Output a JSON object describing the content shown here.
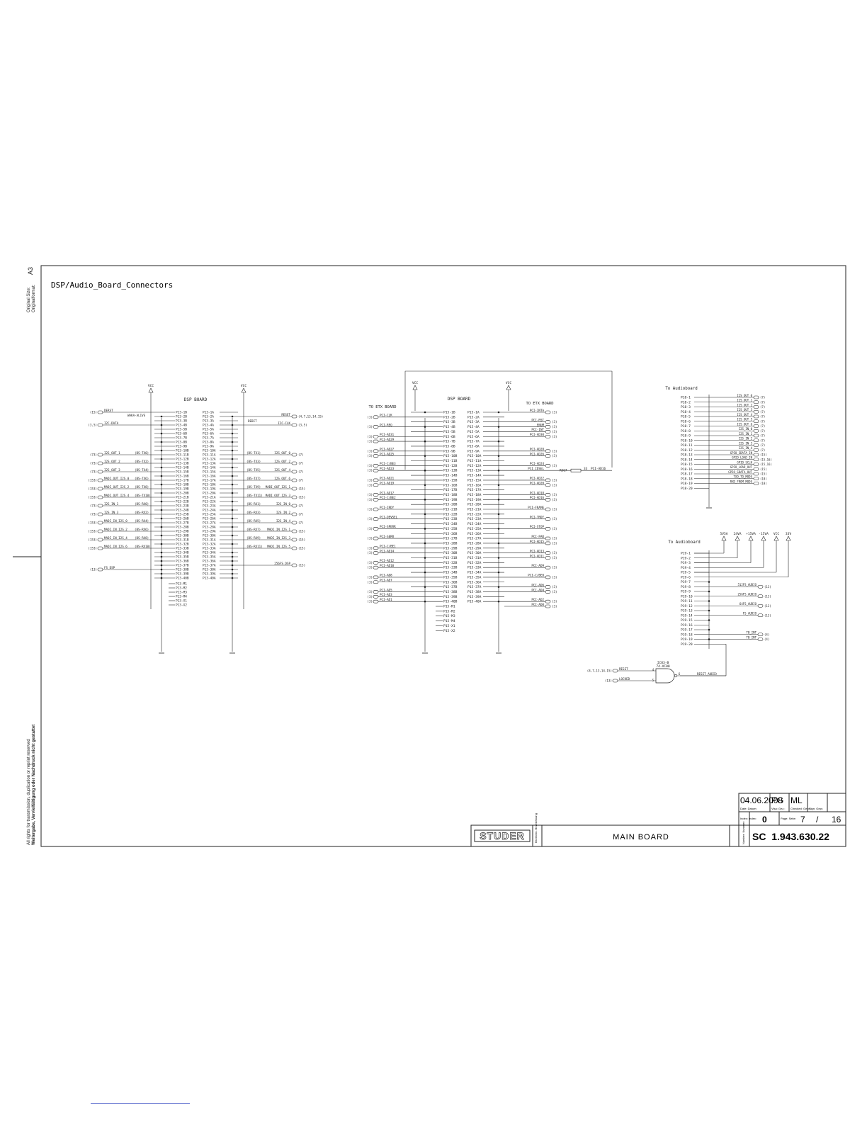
{
  "sheet_title": "DSP/Audio_Board_Connectors",
  "side_notes": {
    "original_size_label": "Original Size:",
    "original_size_label_de": "Originalformat:",
    "sheet_size": "A3",
    "rights_en": "All rights for transmission, duplication or reprint reserved",
    "rights_de": "Weitergabe, Vervielfältigung oder Nachdruck nicht gestattet"
  },
  "left_block": {
    "title": "DSP BOARD",
    "vcc_left": "VCC",
    "vcc_right": "VCC",
    "rows": 40,
    "prefix": "P13",
    "extra_pins": [
      "P13-M1",
      "P13-M2",
      "P13-M3",
      "P13-M4",
      "P13-X1",
      "P13-X2"
    ],
    "left_signals": [
      {
        "row": 1,
        "name": "DERST",
        "ref": "(15)"
      },
      {
        "row": 4,
        "name": "I2C-DATA",
        "ref": "(3,5)"
      },
      {
        "row": 11,
        "name": "I2S_OUT_1",
        "ref": "(73)"
      },
      {
        "row": 13,
        "name": "I2S_OUT_2",
        "ref": "(73)"
      },
      {
        "row": 15,
        "name": "I2S_OUT_3",
        "ref": "(73)"
      },
      {
        "row": 17,
        "name": "MADI_OUT_I2S_0",
        "ref": "(153)"
      },
      {
        "row": 19,
        "name": "MADI_OUT_I2S_2",
        "ref": "(153)"
      },
      {
        "row": 21,
        "name": "MADI_OUT_I2S_4",
        "ref": "(153)"
      },
      {
        "row": 23,
        "name": "I2S_IN_1",
        "ref": "(73)"
      },
      {
        "row": 25,
        "name": "I2S_IN_3",
        "ref": "(73)"
      },
      {
        "row": 27,
        "name": "MADI_IN_I2S_0",
        "ref": "(153)"
      },
      {
        "row": 29,
        "name": "MADI_IN_I2S_2",
        "ref": "(153)"
      },
      {
        "row": 31,
        "name": "MADI_IN_I2S_4",
        "ref": "(153)"
      },
      {
        "row": 33,
        "name": "MADI_IN_I2S_6",
        "ref": "(153)"
      },
      {
        "row": 38,
        "name": "FS_DSP",
        "ref": "(13)"
      }
    ],
    "left_tags": [
      {
        "row": 11,
        "text": "(BS-TX0)"
      },
      {
        "row": 13,
        "text": "(BS-TX2)"
      },
      {
        "row": 15,
        "text": "(BS-TX4)"
      },
      {
        "row": 17,
        "text": "(BS-TX6)"
      },
      {
        "row": 19,
        "text": "(BS-TX8)"
      },
      {
        "row": 21,
        "text": "(BS-TX10)"
      },
      {
        "row": 23,
        "text": "(BS-RX0)"
      },
      {
        "row": 25,
        "text": "(BS-RX2)"
      },
      {
        "row": 27,
        "text": "(BS-RX4)"
      },
      {
        "row": 29,
        "text": "(BS-RX6)"
      },
      {
        "row": 31,
        "text": "(BS-RX8)"
      },
      {
        "row": 33,
        "text": "(BS-RX10)"
      }
    ],
    "mid_label": {
      "row": 3,
      "text": "WAKA-ALIVE"
    },
    "right_signals": [
      {
        "row": 2,
        "name": "RESET",
        "ref": "(4,7,13,14,15)"
      },
      {
        "row": 4,
        "name": "I2C-CLK",
        "ref": "(3,5)"
      },
      {
        "row": 11,
        "name": "I2S_OUT_0",
        "ref": "(7)"
      },
      {
        "row": 13,
        "name": "I2S_OUT_2",
        "ref": "(7)"
      },
      {
        "row": 15,
        "name": "I2S_OUT_4",
        "ref": "(7)"
      },
      {
        "row": 17,
        "name": "I2S_OUT_6",
        "ref": "(7)"
      },
      {
        "row": 19,
        "name": "MADI_OUT_I2S_1",
        "ref": "(15)"
      },
      {
        "row": 21,
        "name": "MADI_OUT_I2S_3",
        "ref": "(15)"
      },
      {
        "row": 23,
        "name": "I2S_IN_0",
        "ref": "(7)"
      },
      {
        "row": 25,
        "name": "I2S_IN_2",
        "ref": "(7)"
      },
      {
        "row": 27,
        "name": "I2S_IN_4",
        "ref": "(7)"
      },
      {
        "row": 29,
        "name": "MADI_IN_I2S_1",
        "ref": "(15)"
      },
      {
        "row": 31,
        "name": "MADI_IN_I2S_3",
        "ref": "(15)"
      },
      {
        "row": 33,
        "name": "MADI_IN_I2S_5",
        "ref": "(15)"
      },
      {
        "row": 37,
        "name": "256FS_DSP",
        "ref": "(13)"
      }
    ],
    "right_tags": [
      {
        "row": 11,
        "text": "(BS-TX1)"
      },
      {
        "row": 13,
        "text": "(BS-TX3)"
      },
      {
        "row": 15,
        "text": "(BS-TX5)"
      },
      {
        "row": 17,
        "text": "(BS-TX7)"
      },
      {
        "row": 19,
        "text": "(BS-TX9)"
      },
      {
        "row": 21,
        "text": "(BS-TX11)"
      },
      {
        "row": 23,
        "text": "(BS-RX1)"
      },
      {
        "row": 25,
        "text": "(BS-RX3)"
      },
      {
        "row": 27,
        "text": "(BS-RX5)"
      },
      {
        "row": 29,
        "text": "(BS-RX7)"
      },
      {
        "row": 31,
        "text": "(BS-RX9)"
      },
      {
        "row": 33,
        "text": "(BS-RX11)"
      }
    ],
    "right_mid": {
      "row": 3,
      "text": "DEBIT"
    }
  },
  "mid_block": {
    "title": "DSP BOARD",
    "label_left": "TO ETX BOARD",
    "label_right": "TO ETX BOARD",
    "vcc_left": "VCC",
    "vcc_right": "VCC",
    "rows": 40,
    "prefix": "P15",
    "extra_pins": [
      "P15-M1",
      "P15-M2",
      "P15-M3",
      "P15-M4",
      "P15-X1",
      "P15-X2"
    ],
    "left_signals": [
      {
        "row": 2,
        "name": "PCI-CLK",
        "ref": "(3)"
      },
      {
        "row": 4,
        "name": "PCI-REQ",
        "ref": "(3)"
      },
      {
        "row": 6,
        "name": "PCI-AD31",
        "ref": "(3)"
      },
      {
        "row": 7,
        "name": "PCI-AD29",
        "ref": "(3)"
      },
      {
        "row": 9,
        "name": "PCI-AD27",
        "ref": "(3)"
      },
      {
        "row": 10,
        "name": "PCI-AD25",
        "ref": "(3)"
      },
      {
        "row": 12,
        "name": "PCI-C/BE3",
        "ref": "(3)"
      },
      {
        "row": 13,
        "name": "PCI-AD23",
        "ref": "(3)"
      },
      {
        "row": 15,
        "name": "PCI-AD21",
        "ref": "(3)"
      },
      {
        "row": 16,
        "name": "PCI-AD19",
        "ref": "(3)"
      },
      {
        "row": 18,
        "name": "PCI-AD17",
        "ref": "(3)"
      },
      {
        "row": 19,
        "name": "PCI-C/BE2",
        "ref": "(3)"
      },
      {
        "row": 21,
        "name": "PCI-IRDY",
        "ref": "(3)"
      },
      {
        "row": 23,
        "name": "PCI-DEVSEL",
        "ref": "(3)"
      },
      {
        "row": 25,
        "name": "PCI-SPERR",
        "ref": "(3)"
      },
      {
        "row": 27,
        "name": "PCI-SERR",
        "ref": "(3)"
      },
      {
        "row": 29,
        "name": "PCI-C/BE1",
        "ref": "(3)"
      },
      {
        "row": 30,
        "name": "PCI-AD14",
        "ref": "(3)"
      },
      {
        "row": 32,
        "name": "PCI-AD12",
        "ref": "(3)"
      },
      {
        "row": 33,
        "name": "PCI-AD10",
        "ref": "(3)"
      },
      {
        "row": 35,
        "name": "PCI-AD8",
        "ref": "(3)"
      },
      {
        "row": 36,
        "name": "PCI-AD7",
        "ref": "(3)"
      },
      {
        "row": 38,
        "name": "PCI-AD5",
        "ref": "(3)"
      },
      {
        "row": 39,
        "name": "PCI-AD3",
        "ref": "(3)"
      },
      {
        "row": 40,
        "name": "PCI-AD1",
        "ref": "(3)"
      }
    ],
    "right_signals": [
      {
        "row": 1,
        "name": "PCI-INTA",
        "ref": "(3)"
      },
      {
        "row": 3,
        "name": "PCI-RST",
        "ref": "(3)"
      },
      {
        "row": 4,
        "name": "ENUM",
        "ref": "(3)"
      },
      {
        "row": 5,
        "name": "PCI-INT",
        "ref": "(3)"
      },
      {
        "row": 6,
        "name": "PCI-AD30",
        "ref": "(3)"
      },
      {
        "row": 9,
        "name": "PCI-AD28",
        "ref": "(3)"
      },
      {
        "row": 10,
        "name": "PCI-AD26",
        "ref": "(3)"
      },
      {
        "row": 12,
        "name": "PCI-AD24",
        "ref": "(3)"
      },
      {
        "row": 13,
        "name": "PCI_IDSEL",
        "ref": ""
      },
      {
        "row": 15,
        "name": "PCI-AD22",
        "ref": "(3)"
      },
      {
        "row": 16,
        "name": "PCI-AD20",
        "ref": "(3)"
      },
      {
        "row": 18,
        "name": "PCI-AD18",
        "ref": "(3)"
      },
      {
        "row": 19,
        "name": "PCI-AD16",
        "ref": "(3)"
      },
      {
        "row": 21,
        "name": "PCI-FRAME",
        "ref": "(3)"
      },
      {
        "row": 23,
        "name": "PCI-TRDY",
        "ref": "(3)"
      },
      {
        "row": 25,
        "name": "PCI-STOP",
        "ref": "(3)"
      },
      {
        "row": 27,
        "name": "PCI-PAR",
        "ref": "(3)"
      },
      {
        "row": 28,
        "name": "PCI-AD15",
        "ref": "(3)"
      },
      {
        "row": 30,
        "name": "PCI-AD13",
        "ref": "(3)"
      },
      {
        "row": 31,
        "name": "PCI-AD11",
        "ref": "(3)"
      },
      {
        "row": 33,
        "name": "PCI-AD9",
        "ref": "(3)"
      },
      {
        "row": 35,
        "name": "PCI-C/BE0",
        "ref": "(3)"
      },
      {
        "row": 37,
        "name": "PCI-AD6",
        "ref": "(3)"
      },
      {
        "row": 38,
        "name": "PCI-AD4",
        "ref": "(3)"
      },
      {
        "row": 40,
        "name": "PCI-AD2",
        "ref": "(3)"
      },
      {
        "row": 41,
        "name": "PCI-AD0",
        "ref": "(3)"
      }
    ],
    "resistor": {
      "ref": "R567",
      "value": "33",
      "net": "PCI-AD16"
    }
  },
  "audio_top": {
    "title": "To Audioboard",
    "rows": 20,
    "prefix": "P18",
    "signals": [
      {
        "row": 1,
        "name": "I2S_OUT_0",
        "ref": "(7)"
      },
      {
        "row": 2,
        "name": "I2S_OUT_1",
        "ref": "(7)"
      },
      {
        "row": 3,
        "name": "I2S_OUT_2",
        "ref": "(7)"
      },
      {
        "row": 4,
        "name": "I2S_OUT_3",
        "ref": "(7)"
      },
      {
        "row": 5,
        "name": "I2S_OUT_4",
        "ref": "(7)"
      },
      {
        "row": 6,
        "name": "I2S_OUT_5",
        "ref": "(7)"
      },
      {
        "row": 7,
        "name": "I2S_OUT_6",
        "ref": "(7)"
      },
      {
        "row": 8,
        "name": "I2S_IN_0",
        "ref": "(7)"
      },
      {
        "row": 9,
        "name": "I2S_IN_1",
        "ref": "(7)"
      },
      {
        "row": 10,
        "name": "I2S_IN_2",
        "ref": "(7)"
      },
      {
        "row": 11,
        "name": "I2S_IN_3",
        "ref": "(7)"
      },
      {
        "row": 12,
        "name": "I2S_IN_4",
        "ref": "(7)"
      },
      {
        "row": 13,
        "name": "GPIO_SDATA_IN",
        "ref": "(15)"
      },
      {
        "row": 14,
        "name": "GPIO_LOAD_IN",
        "ref": "(15,16)"
      },
      {
        "row": 15,
        "name": "GPIO_SCLK",
        "ref": "(15,16)"
      },
      {
        "row": 16,
        "name": "GPIO_LOAD_OUT",
        "ref": "(15)"
      },
      {
        "row": 17,
        "name": "GPIO_SDATA_OUT",
        "ref": "(15)"
      },
      {
        "row": 18,
        "name": "TXD_TO_MODS",
        "ref": "(18)"
      },
      {
        "row": 19,
        "name": "RXD_FROM_MODS",
        "ref": "(18)"
      }
    ]
  },
  "audio_bottom": {
    "title": "To Audioboard",
    "rows": 20,
    "prefix": "P19",
    "supplies": [
      "5V5A",
      "24VA",
      "+15VA",
      "-15VA",
      "VCC",
      "33V"
    ],
    "signals": [
      {
        "row": 8,
        "name": "512FS_AUDIO",
        "ref": "(13)"
      },
      {
        "row": 10,
        "name": "256FS_AUDIO",
        "ref": "(13)"
      },
      {
        "row": 12,
        "name": "64FS_AUDIO",
        "ref": "(13)"
      },
      {
        "row": 14,
        "name": "FS_AUDIO",
        "ref": "(13)"
      },
      {
        "row": 18,
        "name": "TB_INT",
        "ref": "(4)"
      },
      {
        "row": 19,
        "name": "TB_INT",
        "ref": "(4)"
      }
    ]
  },
  "gate": {
    "ref": "IC83-B",
    "part": "74-VC00",
    "in1": "RESET",
    "in1_ref": "(4,7,13,14,15)",
    "in2": "LOCKED",
    "in2_ref": "(13)",
    "out": "RESET_AUDIO",
    "pin_a": "4",
    "pin_b": "5",
    "pin_y": "6"
  },
  "title_block": {
    "date": "04.06.2008",
    "drawn": "PG",
    "checked": "ML",
    "date_label": "Date: Datum:",
    "drawn_label": "Visa: Gez.:",
    "checked_label": "Checked: Gepr.:",
    "approved_label": "Sign: Gepr.",
    "index_label": "Index: Index:",
    "index": "0",
    "page_label": "Page: Seite:",
    "page": "7",
    "page_sep": "/",
    "pages": "16",
    "company": "STUDER",
    "desc_label": "Bezeichn. Bezeichnung",
    "board": "MAIN BOARD",
    "number_label": "Number: Nummer:",
    "drawing_number": "SC  1.943.630.22"
  }
}
